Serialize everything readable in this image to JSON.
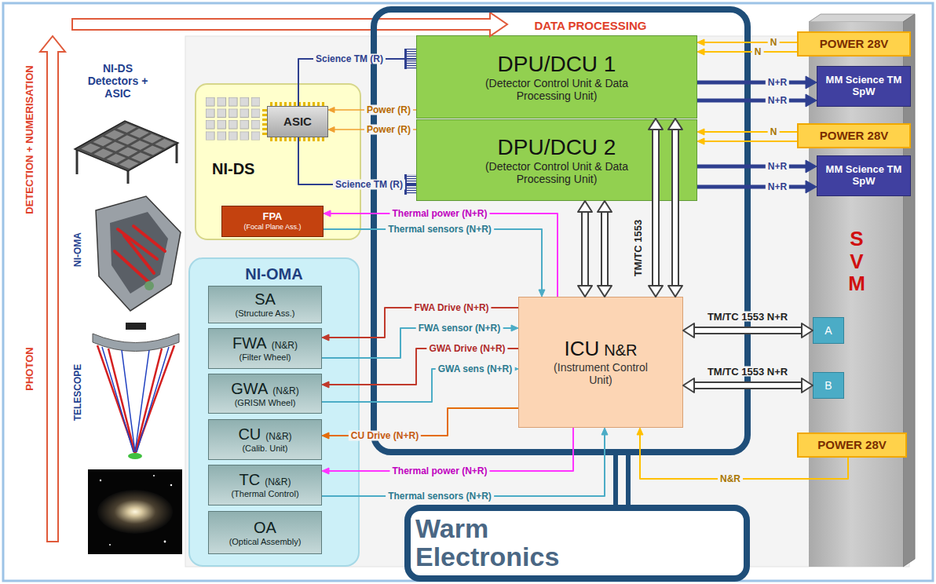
{
  "diagram": {
    "nodes": [
      {
        "text": [
          "NI-DS"
        ]
      },
      {
        "text": [
          "ASIC"
        ],
        "in": 0
      },
      {
        "text": [
          "FPA",
          "(Focal Plane Ass.)"
        ],
        "in": 0
      },
      {
        "text": [
          "NI-OMA"
        ]
      },
      {
        "text": [
          "SA",
          "(Structure Ass.)"
        ],
        "in": 3
      },
      {
        "text": [
          "FWA",
          "(N&R)",
          "(Filter Wheel)"
        ],
        "in": 3
      },
      {
        "text": [
          "GWA",
          "(N&R)",
          "(GRISM Wheel)"
        ],
        "in": 3
      },
      {
        "text": [
          "CU",
          "(N&R)",
          "(Calib. Unit)"
        ],
        "in": 3
      },
      {
        "text": [
          "TC",
          "(N&R)",
          "(Thermal Control)"
        ],
        "in": 3
      },
      {
        "text": [
          "OA",
          "(Optical Assembly)"
        ],
        "in": 3
      },
      {
        "text": [
          "DPU/DCU 1",
          "(Detector Control Unit & Data Processing Unit)"
        ]
      },
      {
        "text": [
          "DPU/DCU 2",
          "(Detector Control Unit & Data Processing Unit)"
        ]
      },
      {
        "text": [
          "ICU",
          "N&R",
          "(Instrument Control Unit)"
        ]
      },
      {
        "text": [
          "SVM"
        ]
      },
      {
        "text": [
          "POWER 28V"
        ]
      },
      {
        "text": [
          "MM Science TM SpW"
        ]
      },
      {
        "text": [
          "POWER 28V"
        ]
      },
      {
        "text": [
          "MM Science TM SpW"
        ]
      },
      {
        "text": [
          "A"
        ],
        "in": 13
      },
      {
        "text": [
          "B"
        ],
        "in": 13
      },
      {
        "text": [
          "POWER 28V"
        ]
      },
      {
        "text": [
          "Warm Electronics"
        ]
      }
    ],
    "edges": [
      {
        "from": 1,
        "to": 10,
        "arrow": "none",
        "label": "Science TM (R)"
      },
      {
        "from": 10,
        "to": 1,
        "arrow": "to",
        "label": "Power (R)"
      },
      {
        "from": 11,
        "to": 1,
        "arrow": "to",
        "label": "Power (R)"
      },
      {
        "from": 1,
        "to": 11,
        "arrow": "none",
        "label": "Science TM (R)"
      },
      {
        "from": 12,
        "to": 2,
        "arrow": "to",
        "label": "Thermal power (N+R)"
      },
      {
        "from": 2,
        "to": 12,
        "arrow": "to",
        "label": "Thermal sensors (N+R)"
      },
      {
        "from": 12,
        "to": 5,
        "arrow": "to",
        "label": "FWA Drive (N+R)"
      },
      {
        "from": 5,
        "to": 12,
        "arrow": "to",
        "label": "FWA sensor (N+R)"
      },
      {
        "from": 12,
        "to": 6,
        "arrow": "to",
        "label": "GWA Drive (N+R)"
      },
      {
        "from": 6,
        "to": 12,
        "arrow": "to",
        "label": "GWA sens (N+R)"
      },
      {
        "from": 12,
        "to": 7,
        "arrow": "to",
        "label": "CU Drive (N+R)"
      },
      {
        "from": 12,
        "to": 8,
        "arrow": "to",
        "label": "Thermal power (N+R)"
      },
      {
        "from": 8,
        "to": 12,
        "arrow": "to",
        "label": "Thermal sensors (N+R)"
      },
      {
        "from": 11,
        "to": 12,
        "arrow": "both"
      },
      {
        "from": 11,
        "to": 12,
        "arrow": "both"
      },
      {
        "from": 10,
        "to": 12,
        "arrow": "both",
        "label": "TM/TC 1553"
      },
      {
        "from": 10,
        "to": 12,
        "arrow": "both"
      },
      {
        "from": 12,
        "to": 18,
        "arrow": "both",
        "label": "TM/TC 1553 N+R"
      },
      {
        "from": 12,
        "to": 19,
        "arrow": "both",
        "label": "TM/TC 1553 N+R"
      },
      {
        "from": 14,
        "to": 10,
        "arrow": "to",
        "label": "N"
      },
      {
        "from": 14,
        "to": 10,
        "arrow": "to",
        "label": "N"
      },
      {
        "from": 10,
        "to": 15,
        "arrow": "to",
        "label": "N+R"
      },
      {
        "from": 10,
        "to": 15,
        "arrow": "to",
        "label": "N+R"
      },
      {
        "from": 16,
        "to": 11,
        "arrow": "to",
        "label": "N"
      },
      {
        "from": 16,
        "to": 11,
        "arrow": "to"
      },
      {
        "from": 11,
        "to": 17,
        "arrow": "to",
        "label": "N+R"
      },
      {
        "from": 11,
        "to": 17,
        "arrow": "to",
        "label": "N+R"
      },
      {
        "from": 20,
        "to": 12,
        "arrow": "to",
        "label": "N&R"
      }
    ],
    "labels": [
      "DATA PROCESSING",
      "DETECTION + NUMERISATION",
      "PHOTON",
      "NI-DS Detectors + ASIC",
      "NI-OMA",
      "TELESCOPE"
    ]
  }
}
